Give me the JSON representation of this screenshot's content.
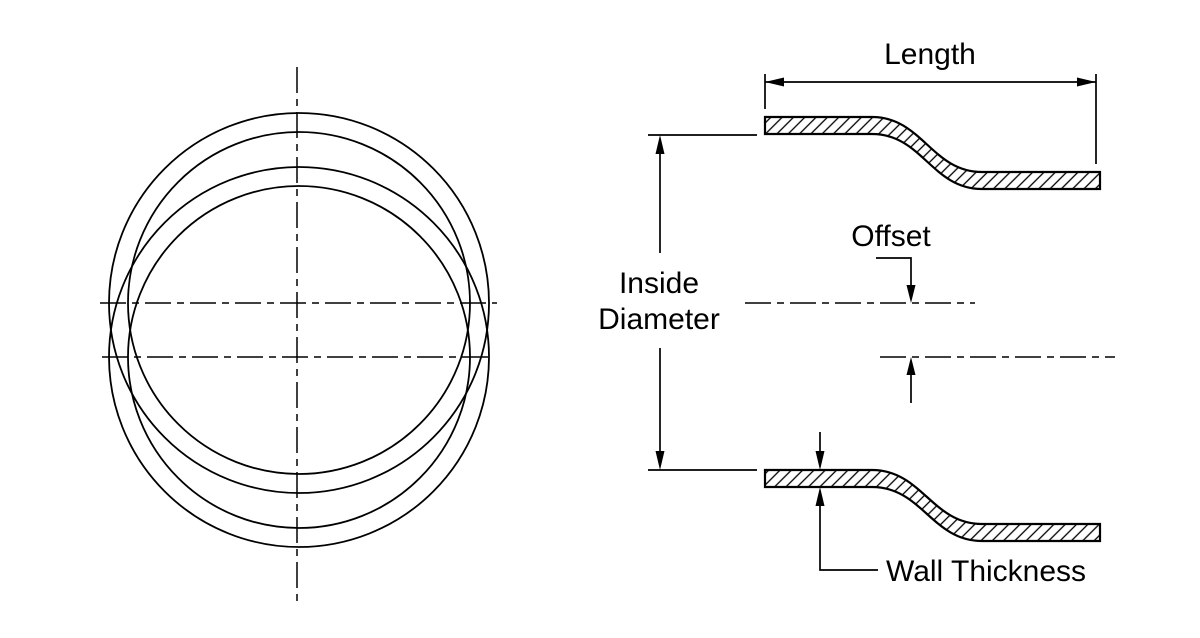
{
  "drawing": {
    "background_color": "#ffffff",
    "line_color": "#000000",
    "labels": {
      "length": "Length",
      "inside_diameter_line1": "Inside",
      "inside_diameter_line2": "Diameter",
      "offset": "Offset",
      "wall_thickness": "Wall Thickness"
    }
  }
}
